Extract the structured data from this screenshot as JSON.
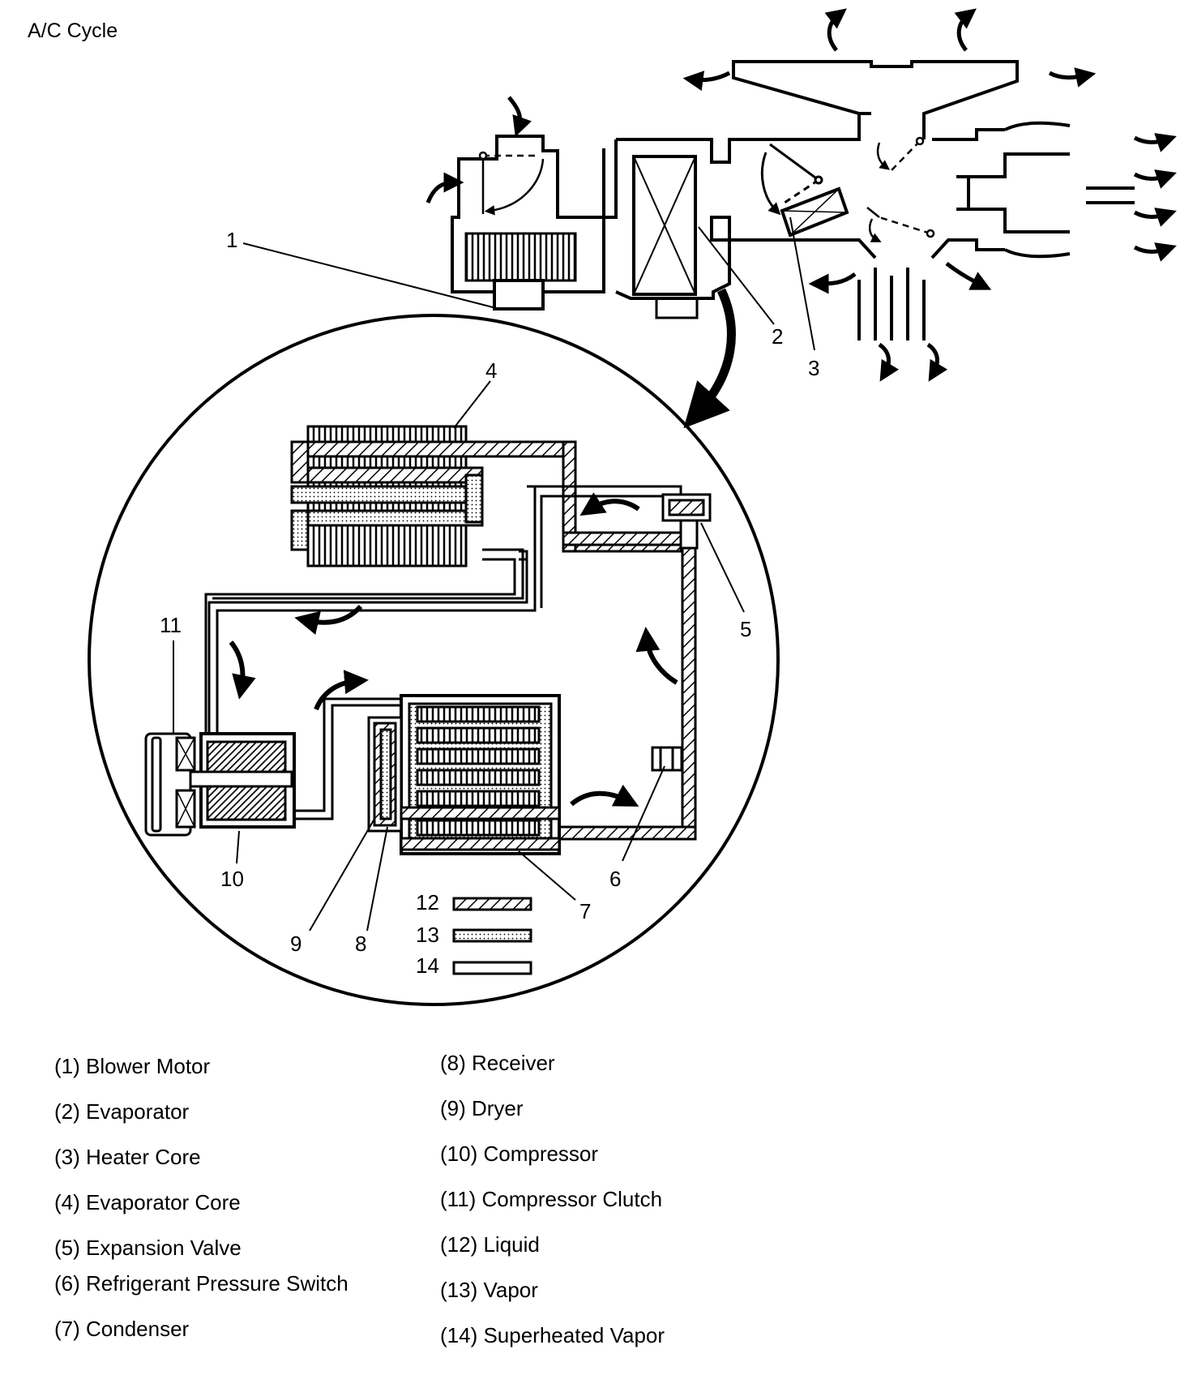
{
  "title": "A/C Cycle",
  "callouts": [
    "1",
    "2",
    "3",
    "4",
    "5",
    "6",
    "7",
    "8",
    "9",
    "10",
    "11",
    "12",
    "13",
    "14"
  ],
  "legend": {
    "left": [
      "(1) Blower Motor",
      "(2) Evaporator",
      "(3) Heater Core",
      "(4) Evaporator Core",
      "(5) Expansion Valve",
      "(6) Refrigerant Pressure Switch",
      "(7) Condenser"
    ],
    "right": [
      "(8) Receiver",
      "(9) Dryer",
      "(10) Compressor",
      "(11) Compressor Clutch",
      "(12) Liquid",
      "(13) Vapor",
      "(14) Superheated Vapor"
    ]
  }
}
